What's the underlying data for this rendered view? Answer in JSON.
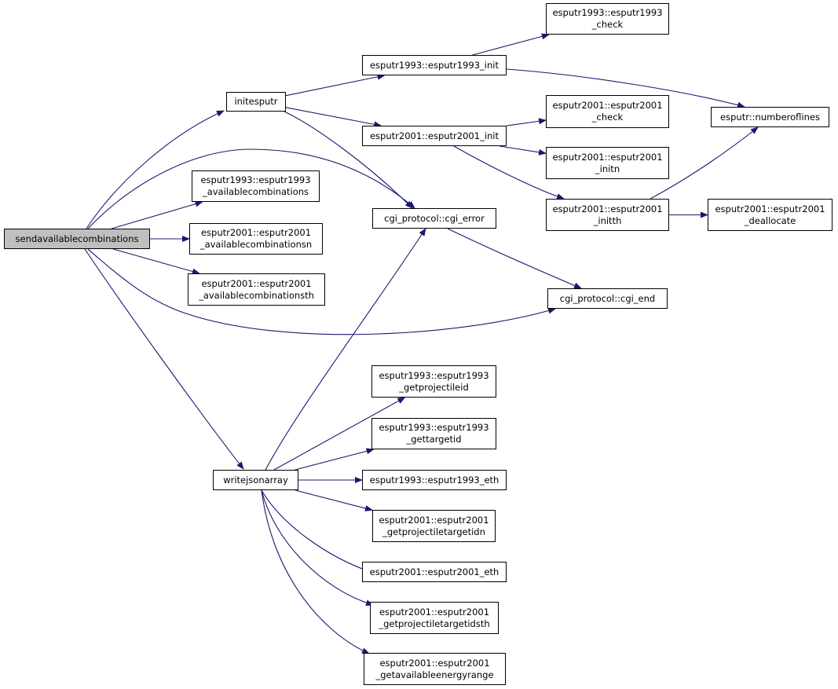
{
  "colors": {
    "edge": "#191970",
    "root_fill": "#bfbfbf",
    "node_fill": "#ffffff",
    "border": "#000000"
  },
  "nodes": {
    "root": [
      "sendavailablecombinations"
    ],
    "initesputr": [
      "initesputr"
    ],
    "e93_avail": [
      "esputr1993::esputr1993",
      "_availablecombinations"
    ],
    "e01_avail_n": [
      "esputr2001::esputr2001",
      "_availablecombinationsn"
    ],
    "e01_avail_th": [
      "esputr2001::esputr2001",
      "_availablecombinationsth"
    ],
    "writejsonarray": [
      "writejsonarray"
    ],
    "e93_init": [
      "esputr1993::esputr1993_init"
    ],
    "e01_init": [
      "esputr2001::esputr2001_init"
    ],
    "cgi_error": [
      "cgi_protocol::cgi_error"
    ],
    "e93_getproj": [
      "esputr1993::esputr1993",
      "_getprojectileid"
    ],
    "e93_gettarget": [
      "esputr1993::esputr1993",
      "_gettargetid"
    ],
    "e93_eth": [
      "esputr1993::esputr1993_eth"
    ],
    "e01_getprojtarget_n": [
      "esputr2001::esputr2001",
      "_getprojectiletargetidn"
    ],
    "e01_eth": [
      "esputr2001::esputr2001_eth"
    ],
    "e01_getprojtarget_th": [
      "esputr2001::esputr2001",
      "_getprojectiletargetidsth"
    ],
    "e01_getenergy": [
      "esputr2001::esputr2001",
      "_getavailableenergyrange"
    ],
    "e93_check": [
      "esputr1993::esputr1993",
      "_check"
    ],
    "e01_check": [
      "esputr2001::esputr2001",
      "_check"
    ],
    "e01_initn": [
      "esputr2001::esputr2001",
      "_initn"
    ],
    "e01_initth": [
      "esputr2001::esputr2001",
      "_initth"
    ],
    "cgi_end": [
      "cgi_protocol::cgi_end"
    ],
    "numberoflines": [
      "esputr::numberoflines"
    ],
    "e01_dealloc": [
      "esputr2001::esputr2001",
      "_deallocate"
    ]
  },
  "edges": [
    [
      "root",
      "initesputr"
    ],
    [
      "root",
      "e93_avail"
    ],
    [
      "root",
      "e01_avail_n"
    ],
    [
      "root",
      "e01_avail_th"
    ],
    [
      "root",
      "cgi_error"
    ],
    [
      "root",
      "cgi_end"
    ],
    [
      "root",
      "writejsonarray"
    ],
    [
      "initesputr",
      "e93_init"
    ],
    [
      "initesputr",
      "e01_init"
    ],
    [
      "initesputr",
      "cgi_error"
    ],
    [
      "e93_init",
      "e93_check"
    ],
    [
      "e93_init",
      "numberoflines"
    ],
    [
      "e01_init",
      "e01_check"
    ],
    [
      "e01_init",
      "e01_initn"
    ],
    [
      "e01_init",
      "e01_initth"
    ],
    [
      "e01_initth",
      "numberoflines"
    ],
    [
      "e01_initth",
      "e01_dealloc"
    ],
    [
      "cgi_error",
      "cgi_end"
    ],
    [
      "writejsonarray",
      "cgi_error"
    ],
    [
      "writejsonarray",
      "e93_getproj"
    ],
    [
      "writejsonarray",
      "e93_gettarget"
    ],
    [
      "writejsonarray",
      "e93_eth"
    ],
    [
      "writejsonarray",
      "e01_getprojtarget_n"
    ],
    [
      "writejsonarray",
      "e01_eth"
    ],
    [
      "writejsonarray",
      "e01_getprojtarget_th"
    ],
    [
      "writejsonarray",
      "e01_getenergy"
    ]
  ]
}
